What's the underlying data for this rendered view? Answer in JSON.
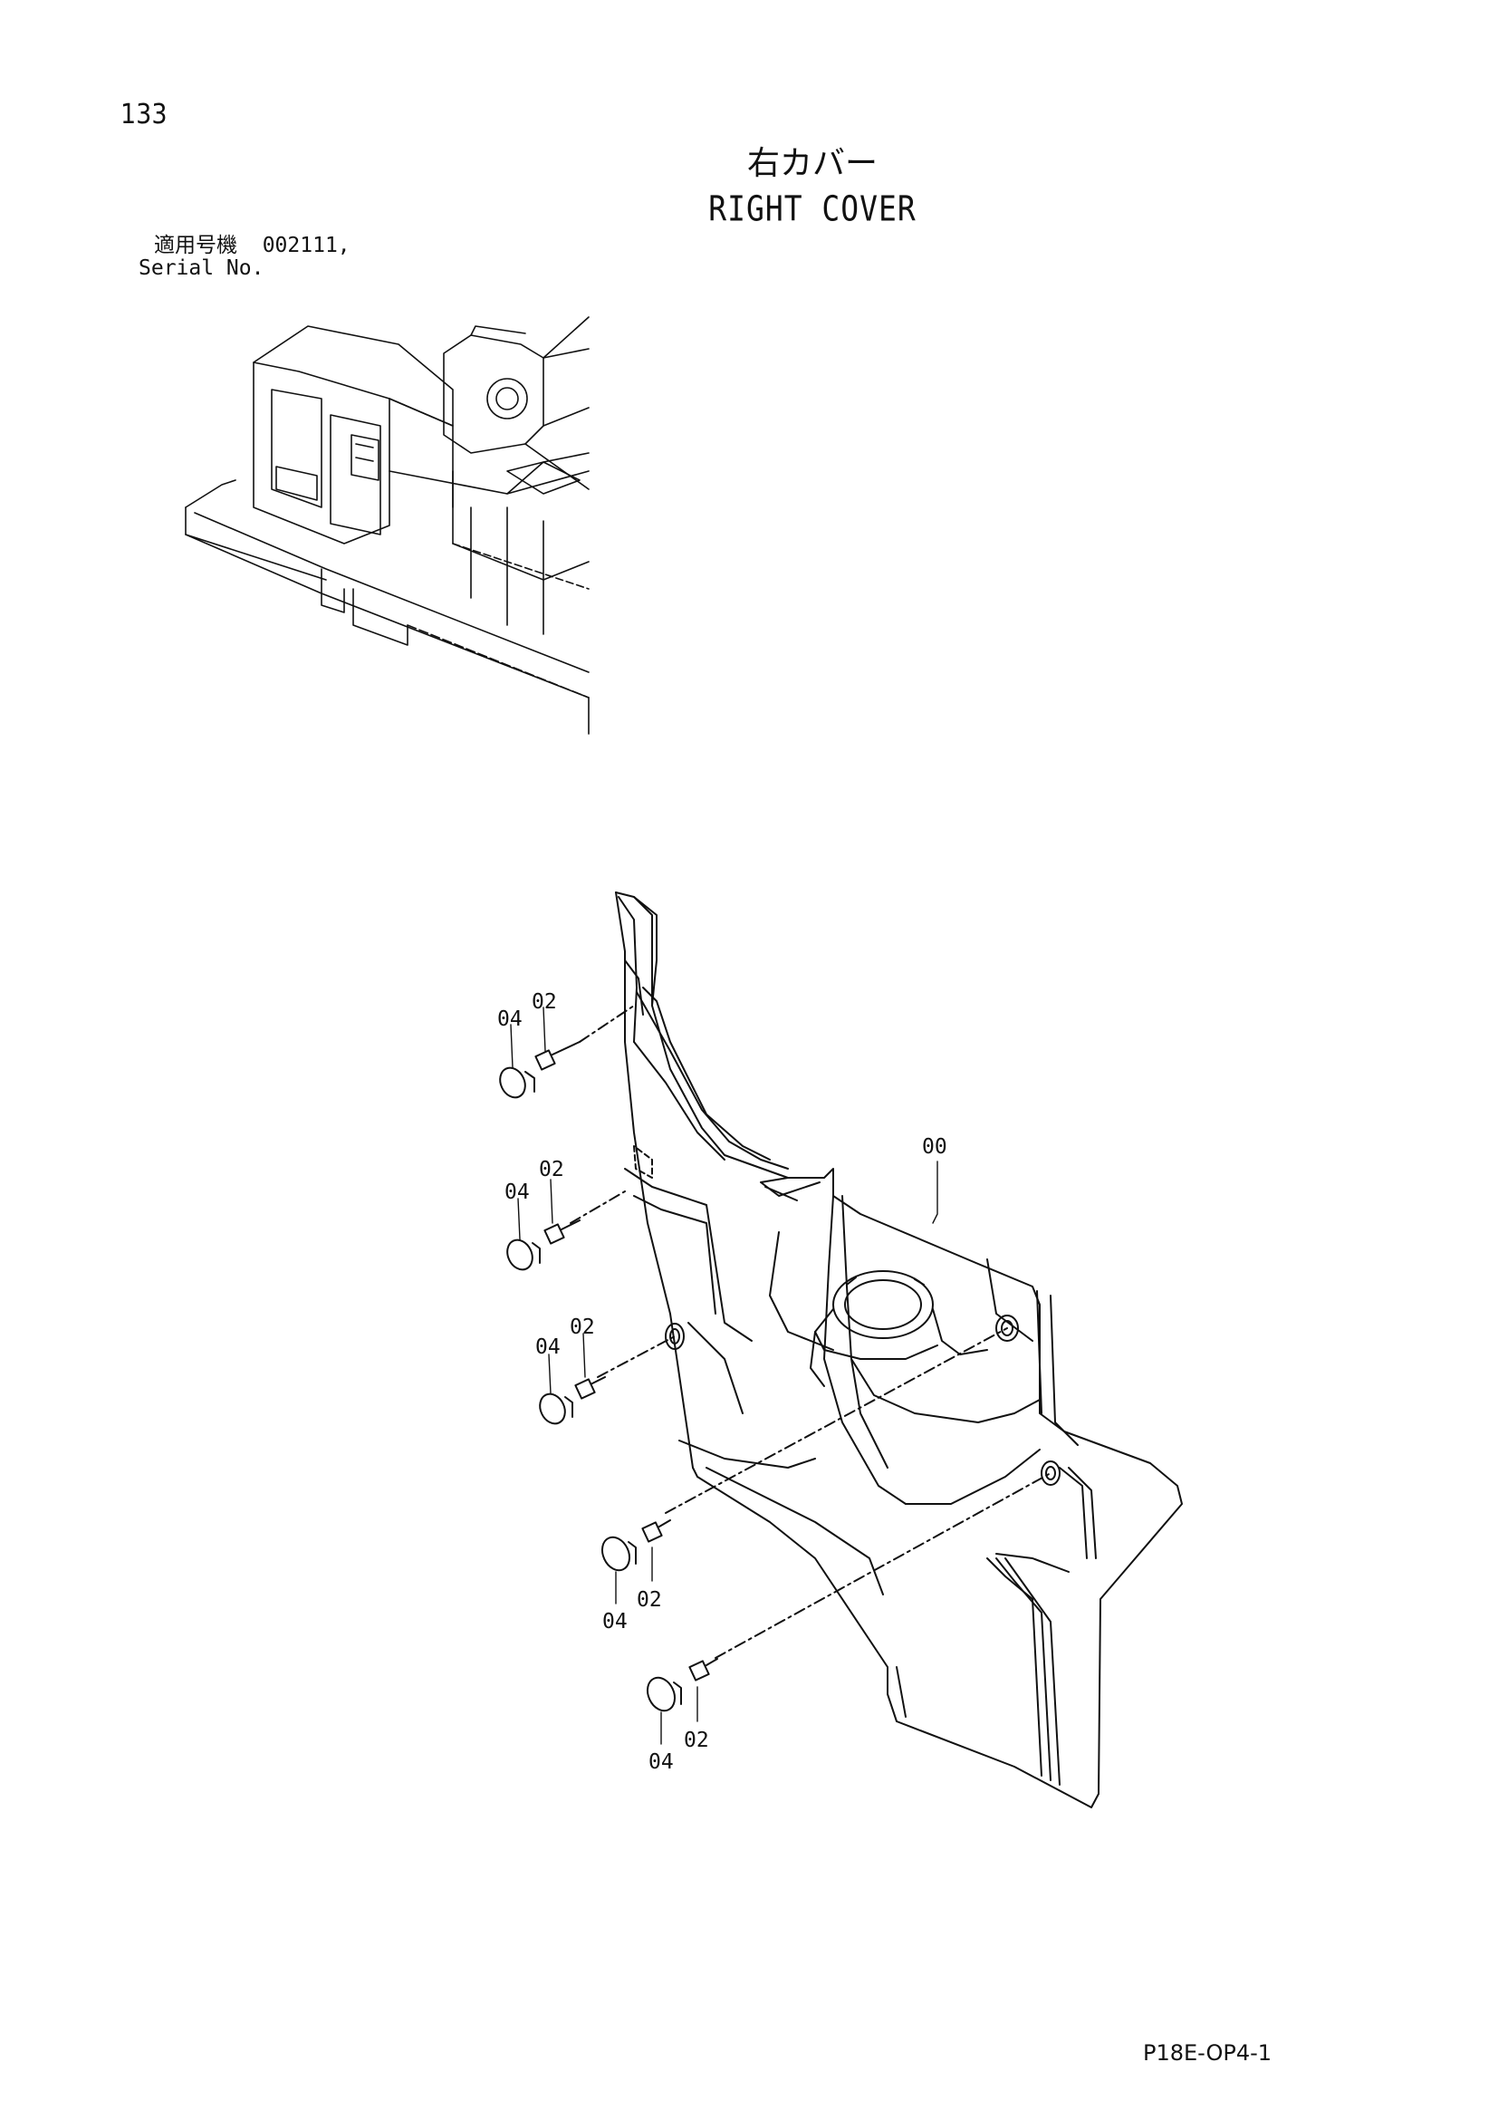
{
  "page_number": "133",
  "title": {
    "japanese": "右カバー",
    "english": "RIGHT COVER"
  },
  "serial": {
    "label_japanese": "適用号機",
    "value": "002111,",
    "label_english": "Serial No."
  },
  "part_callouts": [
    "00",
    "02",
    "04"
  ],
  "drawing_code": "P18E-OP4-1",
  "colors": {
    "line": "#111111",
    "background": "#ffffff"
  }
}
